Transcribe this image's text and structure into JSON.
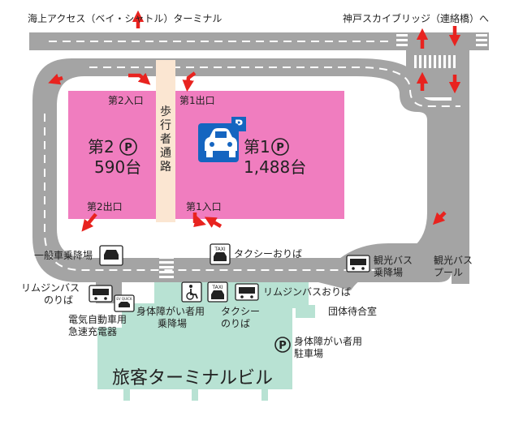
{
  "labels": {
    "ferry_terminal": "海上アクセス（ベイ・シャトル）ターミナル",
    "kobe_sky_bridge": "神戸スカイブリッジ（連絡橋）へ",
    "lot2_entrance": "第2入口",
    "lot2_exit": "第2出口",
    "lot1_exit": "第1出口",
    "lot1_entrance": "第1入口",
    "walkway": "歩行者通路",
    "lot2_name": "第2",
    "lot2_count": "590台",
    "lot1_name": "第1",
    "lot1_count": "1,488台",
    "parking_mark": "P",
    "general_car_stop": "一般車乗降場",
    "taxi_stand_top": "タクシーおりば",
    "tour_bus_stop_line1": "観光バス",
    "tour_bus_stop_line2": "乗降場",
    "tour_bus_pool_line1": "観光バス",
    "tour_bus_pool_line2": "プール",
    "limousine_stop_left_line1": "リムジンバス",
    "limousine_stop_left_line2": "のりば",
    "limousine_stop_right": "リムジンバスおりば",
    "ev_charger_line1": "電気自動車用",
    "ev_charger_line2": "急速充電器",
    "ev_badge": "EV QUICK",
    "accessible_stop_line1": "身体障がい者用",
    "accessible_stop_line2": "乗降場",
    "taxi_stand_bottom_line1": "タクシー",
    "taxi_stand_bottom_line2": "のりば",
    "group_waiting_room": "団体待合室",
    "accessible_parking_line1": "身体障がい者用",
    "accessible_parking_line2": "駐車場",
    "terminal_building": "旅客ターミナルビル",
    "taxi_word": "TAXI"
  },
  "colors": {
    "road": "#a4a4a4",
    "parking_lot": "#f07dbf",
    "walkway": "#fbe6d2",
    "terminal": "#b8e2d3",
    "arrow": "#e8231f",
    "parking_icon": "#1565c0",
    "icon_outline": "#222222"
  },
  "icons": [
    "parking-icon",
    "car-icon",
    "bus-icon",
    "taxi-icon",
    "wheelchair-icon",
    "ev-charger-icon",
    "arrow-icon"
  ]
}
